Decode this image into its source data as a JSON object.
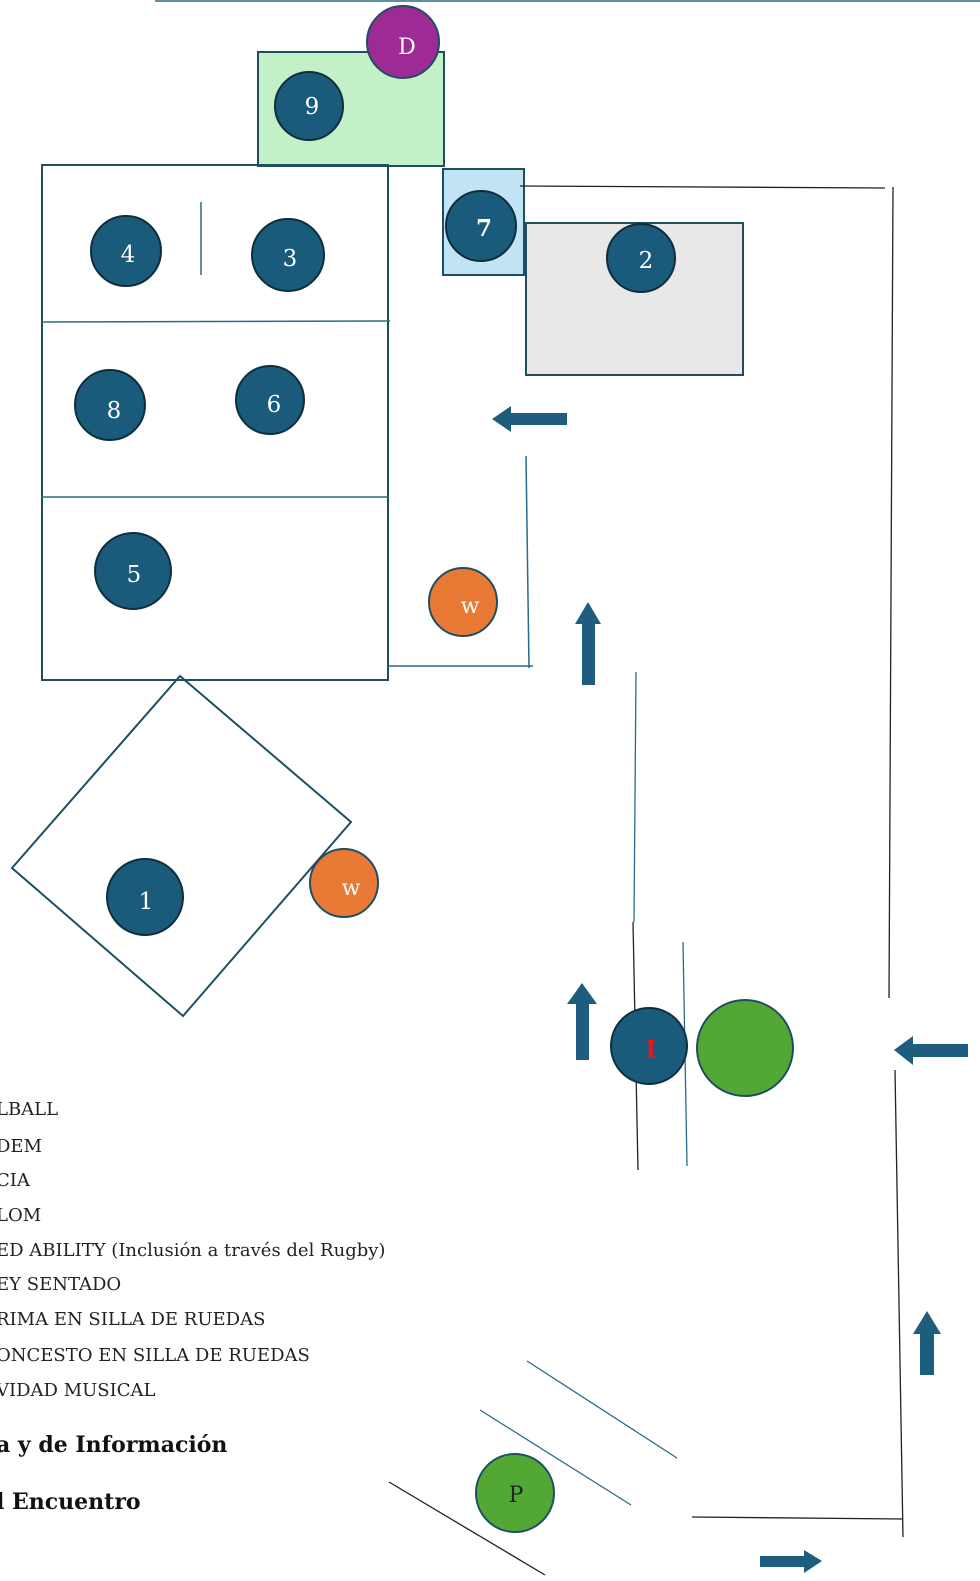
{
  "markers": {
    "m1": "1",
    "m2": "2",
    "m3": "3",
    "m4": "4",
    "m5": "5",
    "m6": "6",
    "m7": "7",
    "m8": "8",
    "m9": "9",
    "d": "D",
    "w_upper": "w",
    "w_lower": "w",
    "i": "I",
    "p": "P"
  },
  "legend": {
    "items": [
      "LBALL",
      "DEM",
      "CIA",
      "LOM",
      "ED ABILITY (Inclusión a través del Rugby)",
      "EY SENTADO",
      "RIMA EN SILLA DE RUEDAS",
      "ONCESTO EN SILLA DE RUEDAS",
      "VIDAD MUSICAL"
    ],
    "heading_info": "a y de Información",
    "heading_meet": "l Encuentro"
  },
  "colors": {
    "navy": "#1a5a7a",
    "outline": "#1f4e63",
    "orange": "#e97a35",
    "purple": "#9e2a96",
    "green": "#53a735",
    "light_green": "#c3f1c7",
    "light_blue": "#c0e4f4",
    "light_gray": "#e8e8e8",
    "red_text": "#e01b1b",
    "arrow": "#1e5d7d"
  }
}
